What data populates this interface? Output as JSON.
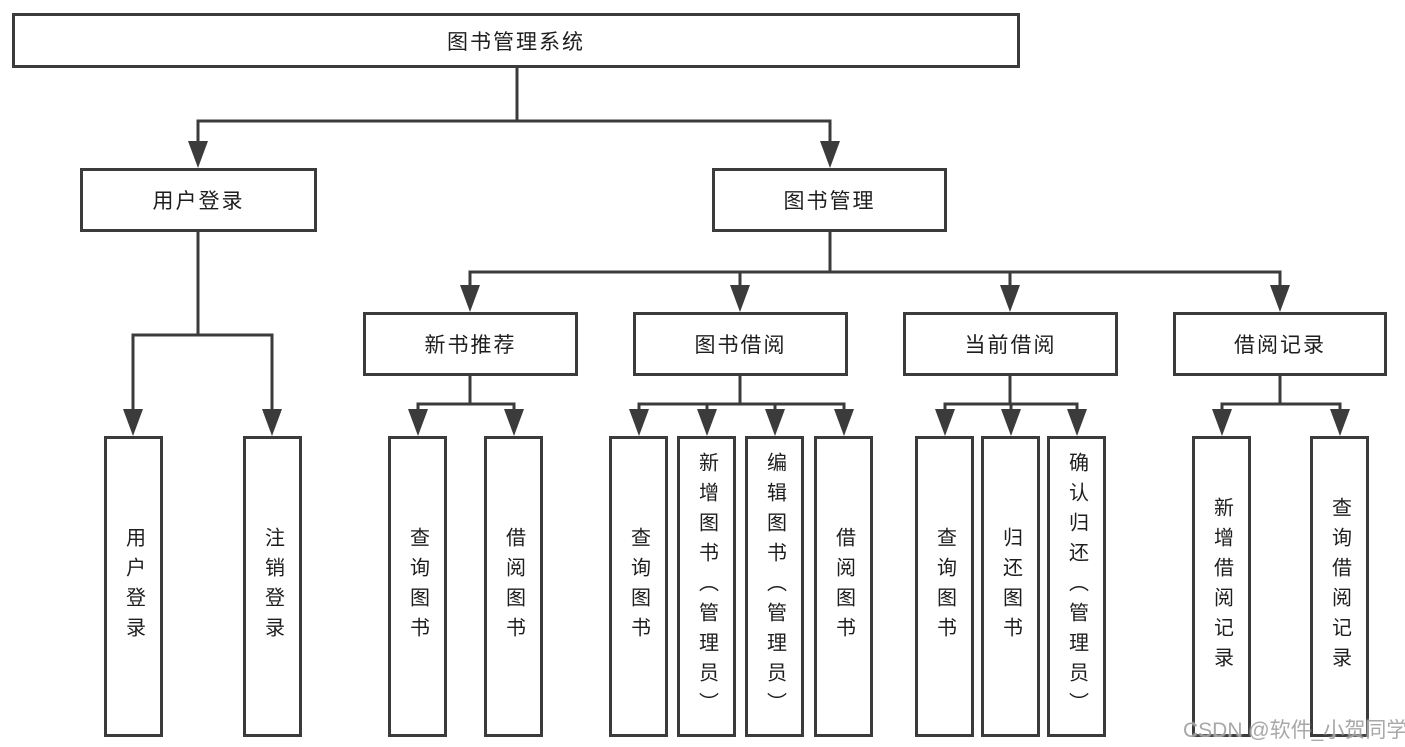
{
  "tree": {
    "root": {
      "label": "图书管理系统"
    },
    "branches": [
      {
        "label": "用户登录",
        "children": [
          {
            "label": "用户登录"
          },
          {
            "label": "注销登录"
          }
        ]
      },
      {
        "label": "图书管理",
        "children": [
          {
            "label": "新书推荐",
            "children": [
              {
                "label": "查询图书"
              },
              {
                "label": "借阅图书"
              }
            ]
          },
          {
            "label": "图书借阅",
            "children": [
              {
                "label": "查询图书"
              },
              {
                "label": "新增图书（管理员）"
              },
              {
                "label": "编辑图书（管理员）"
              },
              {
                "label": "借阅图书"
              }
            ]
          },
          {
            "label": "当前借阅",
            "children": [
              {
                "label": "查询图书"
              },
              {
                "label": "归还图书"
              },
              {
                "label": "确认归还（管理员）"
              }
            ]
          },
          {
            "label": "借阅记录",
            "children": [
              {
                "label": "新增借阅记录"
              },
              {
                "label": "查询借阅记录"
              }
            ]
          }
        ]
      }
    ]
  },
  "watermark": {
    "text": "CSDN @软件_小贺同学"
  },
  "colors": {
    "line": "#3b3b3b",
    "text": "#1e1e1e",
    "watermark": "#9e9e9e",
    "background": "#ffffff"
  }
}
